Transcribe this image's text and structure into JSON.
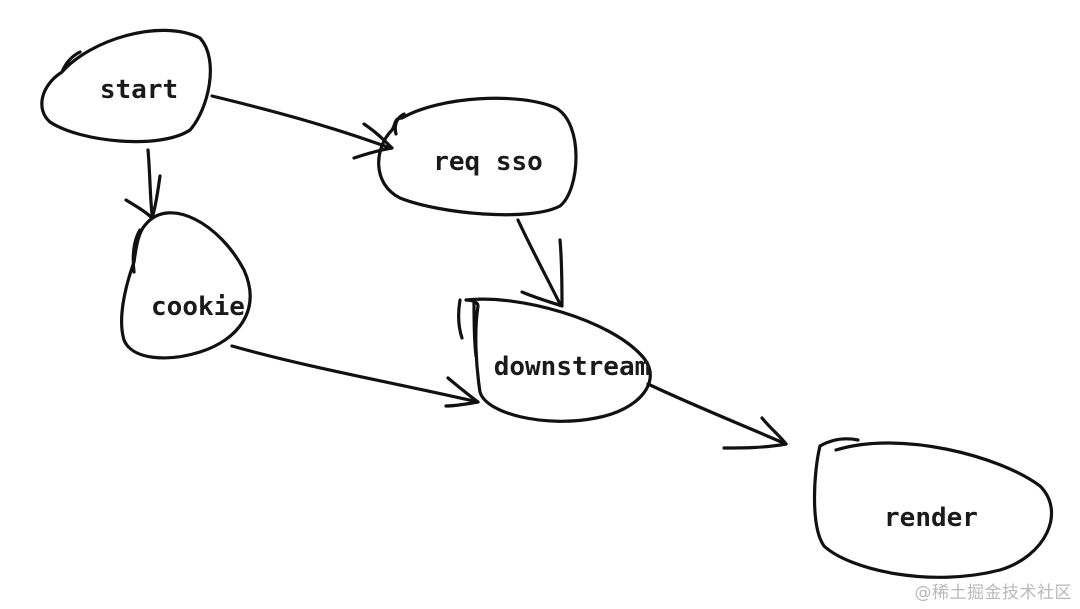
{
  "diagram": {
    "style": "hand-drawn flowchart",
    "stroke_color": "#111111",
    "background_color": "#ffffff",
    "nodes": {
      "start": "start",
      "req_sso": "req sso",
      "cookie": "cookie",
      "downstream": "downstream",
      "render": "render"
    },
    "edges": [
      {
        "from": "start",
        "to": "req sso"
      },
      {
        "from": "start",
        "to": "cookie"
      },
      {
        "from": "req sso",
        "to": "downstream"
      },
      {
        "from": "cookie",
        "to": "downstream"
      },
      {
        "from": "downstream",
        "to": "render"
      }
    ]
  },
  "watermark": "@稀土掘金技术社区"
}
